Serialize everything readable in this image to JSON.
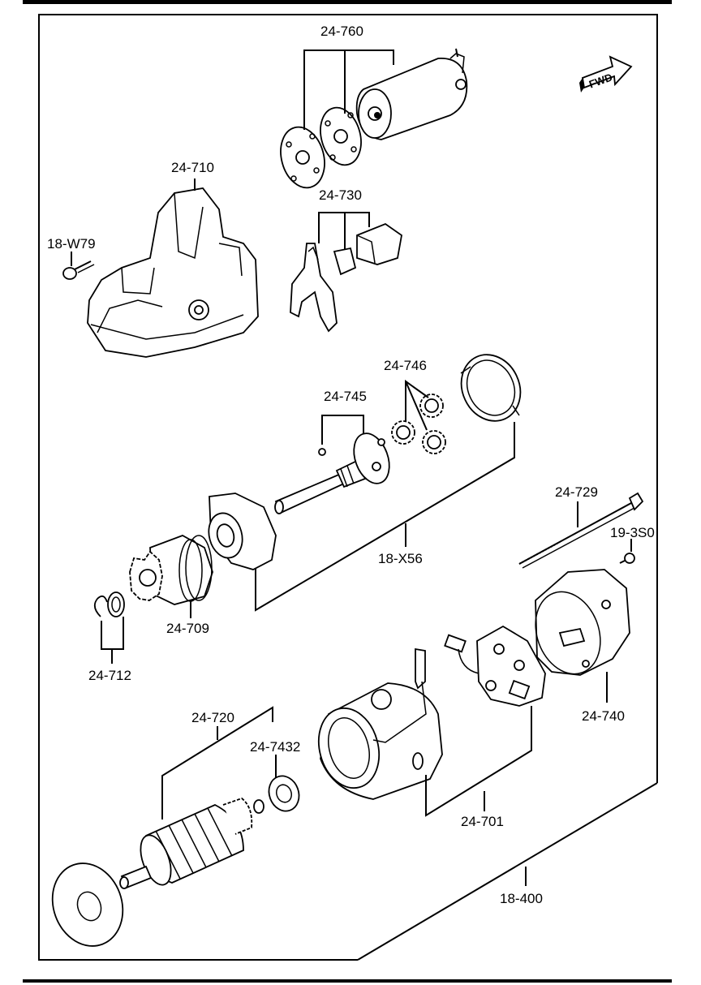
{
  "diagram": {
    "direction_marker": "FWD",
    "parts": [
      {
        "id": "p760",
        "label": "24-760"
      },
      {
        "id": "p710",
        "label": "24-710"
      },
      {
        "id": "p730",
        "label": "24-730"
      },
      {
        "id": "pW79",
        "label": "18-W79"
      },
      {
        "id": "p746",
        "label": "24-746"
      },
      {
        "id": "p745",
        "label": "24-745"
      },
      {
        "id": "p729",
        "label": "24-729"
      },
      {
        "id": "p3S0",
        "label": "19-3S0"
      },
      {
        "id": "pX56",
        "label": "18-X56"
      },
      {
        "id": "p709",
        "label": "24-709"
      },
      {
        "id": "p712",
        "label": "24-712"
      },
      {
        "id": "p740",
        "label": "24-740"
      },
      {
        "id": "p720",
        "label": "24-720"
      },
      {
        "id": "p7432",
        "label": "24-7432"
      },
      {
        "id": "p701",
        "label": "24-701"
      },
      {
        "id": "p400",
        "label": "18-400"
      }
    ]
  }
}
